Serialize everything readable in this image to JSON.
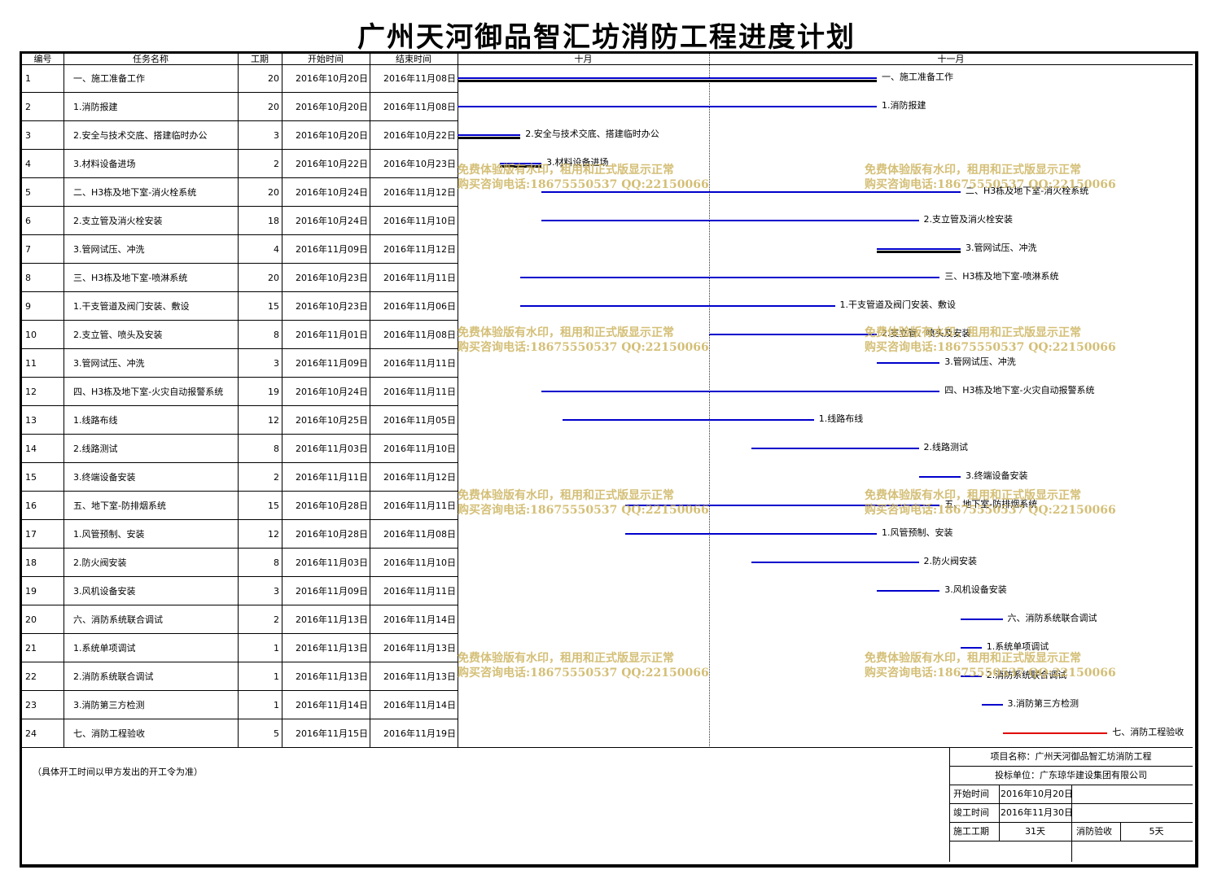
{
  "title": "广州天河御品智汇坊消防工程进度计划",
  "columns": {
    "id": "编号",
    "name": "任务名称",
    "duration": "工期",
    "start": "开始时间",
    "end": "结束时间",
    "month_oct": "十月",
    "month_nov": "十一月"
  },
  "tasks": [
    {
      "id": "1",
      "name": "一、施工准备工作",
      "duration": "20",
      "start": "2016年10月20日",
      "end": "2016年11月08日"
    },
    {
      "id": "2",
      "name": "1.消防报建",
      "duration": "20",
      "start": "2016年10月20日",
      "end": "2016年11月08日"
    },
    {
      "id": "3",
      "name": "2.安全与技术交底、搭建临时办公",
      "duration": "3",
      "start": "2016年10月20日",
      "end": "2016年10月22日"
    },
    {
      "id": "4",
      "name": "3.材料设备进场",
      "duration": "2",
      "start": "2016年10月22日",
      "end": "2016年10月23日"
    },
    {
      "id": "5",
      "name": "二、H3栋及地下室-消火栓系统",
      "duration": "20",
      "start": "2016年10月24日",
      "end": "2016年11月12日"
    },
    {
      "id": "6",
      "name": "2.支立管及消火栓安装",
      "duration": "18",
      "start": "2016年10月24日",
      "end": "2016年11月10日"
    },
    {
      "id": "7",
      "name": "3.管网试压、冲洗",
      "duration": "4",
      "start": "2016年11月09日",
      "end": "2016年11月12日"
    },
    {
      "id": "8",
      "name": "三、H3栋及地下室-喷淋系统",
      "duration": "20",
      "start": "2016年10月23日",
      "end": "2016年11月11日"
    },
    {
      "id": "9",
      "name": "1.干支管道及阀门安装、敷设",
      "duration": "15",
      "start": "2016年10月23日",
      "end": "2016年11月06日"
    },
    {
      "id": "10",
      "name": "2.支立管、喷头及安装",
      "duration": "8",
      "start": "2016年11月01日",
      "end": "2016年11月08日"
    },
    {
      "id": "11",
      "name": "3.管网试压、冲洗",
      "duration": "3",
      "start": "2016年11月09日",
      "end": "2016年11月11日"
    },
    {
      "id": "12",
      "name": "四、H3栋及地下室-火灾自动报警系统",
      "duration": "19",
      "start": "2016年10月24日",
      "end": "2016年11月11日"
    },
    {
      "id": "13",
      "name": "1.线路布线",
      "duration": "12",
      "start": "2016年10月25日",
      "end": "2016年11月05日"
    },
    {
      "id": "14",
      "name": "2.线路测试",
      "duration": "8",
      "start": "2016年11月03日",
      "end": "2016年11月10日"
    },
    {
      "id": "15",
      "name": "3.终端设备安装",
      "duration": "2",
      "start": "2016年11月11日",
      "end": "2016年11月12日"
    },
    {
      "id": "16",
      "name": "五、地下室-防排烟系统",
      "duration": "15",
      "start": "2016年10月28日",
      "end": "2016年11月11日"
    },
    {
      "id": "17",
      "name": "1.风管预制、安装",
      "duration": "12",
      "start": "2016年10月28日",
      "end": "2016年11月08日"
    },
    {
      "id": "18",
      "name": "2.防火阀安装",
      "duration": "8",
      "start": "2016年11月03日",
      "end": "2016年11月10日"
    },
    {
      "id": "19",
      "name": "3.风机设备安装",
      "duration": "3",
      "start": "2016年11月09日",
      "end": "2016年11月11日"
    },
    {
      "id": "20",
      "name": "六、消防系统联合调试",
      "duration": "2",
      "start": "2016年11月13日",
      "end": "2016年11月14日"
    },
    {
      "id": "21",
      "name": "1.系统单项调试",
      "duration": "1",
      "start": "2016年11月13日",
      "end": "2016年11月13日"
    },
    {
      "id": "22",
      "name": "2.消防系统联合调试",
      "duration": "1",
      "start": "2016年11月13日",
      "end": "2016年11月13日"
    },
    {
      "id": "23",
      "name": "3.消防第三方检测",
      "duration": "1",
      "start": "2016年11月14日",
      "end": "2016年11月14日"
    },
    {
      "id": "24",
      "name": "七、消防工程验收",
      "duration": "5",
      "start": "2016年11月15日",
      "end": "2016年11月19日"
    }
  ],
  "chart_data": {
    "type": "gantt",
    "axis_months": [
      "十月",
      "十一月"
    ],
    "bars": [
      {
        "label": "一、施工准备工作",
        "start": "2016-10-20",
        "end": "2016-11-08",
        "style": "summary"
      },
      {
        "label": "1.消防报建",
        "start": "2016-10-20",
        "end": "2016-11-08",
        "style": "task"
      },
      {
        "label": "2.安全与技术交底、搭建临时办公",
        "start": "2016-10-20",
        "end": "2016-10-22",
        "style": "critical"
      },
      {
        "label": "3.材料设备进场",
        "start": "2016-10-22",
        "end": "2016-10-23",
        "style": "critical"
      },
      {
        "label": "二、H3栋及地下室-消火栓系统",
        "start": "2016-10-24",
        "end": "2016-11-12",
        "style": "task"
      },
      {
        "label": "2.支立管及消火栓安装",
        "start": "2016-10-24",
        "end": "2016-11-10",
        "style": "task"
      },
      {
        "label": "3.管网试压、冲洗",
        "start": "2016-11-09",
        "end": "2016-11-12",
        "style": "critical"
      },
      {
        "label": "三、H3栋及地下室-喷淋系统",
        "start": "2016-10-23",
        "end": "2016-11-11",
        "style": "task"
      },
      {
        "label": "1.干支管道及阀门安装、敷设",
        "start": "2016-10-23",
        "end": "2016-11-06",
        "style": "task"
      },
      {
        "label": "2.支立管、喷头及安装",
        "start": "2016-11-01",
        "end": "2016-11-08",
        "style": "task"
      },
      {
        "label": "3.管网试压、冲洗",
        "start": "2016-11-09",
        "end": "2016-11-11",
        "style": "task"
      },
      {
        "label": "四、H3栋及地下室-火灾自动报警系统",
        "start": "2016-10-24",
        "end": "2016-11-11",
        "style": "task"
      },
      {
        "label": "1.线路布线",
        "start": "2016-10-25",
        "end": "2016-11-05",
        "style": "task"
      },
      {
        "label": "2.线路测试",
        "start": "2016-11-03",
        "end": "2016-11-10",
        "style": "task"
      },
      {
        "label": "3.终端设备安装",
        "start": "2016-11-11",
        "end": "2016-11-12",
        "style": "task"
      },
      {
        "label": "五、地下室-防排烟系统",
        "start": "2016-10-28",
        "end": "2016-11-11",
        "style": "task"
      },
      {
        "label": "1.风管预制、安装",
        "start": "2016-10-28",
        "end": "2016-11-08",
        "style": "task"
      },
      {
        "label": "2.防火阀安装",
        "start": "2016-11-03",
        "end": "2016-11-10",
        "style": "task"
      },
      {
        "label": "3.风机设备安装",
        "start": "2016-11-09",
        "end": "2016-11-11",
        "style": "task"
      },
      {
        "label": "六、消防系统联合调试",
        "start": "2016-11-13",
        "end": "2016-11-14",
        "style": "task"
      },
      {
        "label": "1.系统单项调试",
        "start": "2016-11-13",
        "end": "2016-11-13",
        "style": "task"
      },
      {
        "label": "2.消防系统联合调试",
        "start": "2016-11-13",
        "end": "2016-11-13",
        "style": "task"
      },
      {
        "label": "3.消防第三方检测",
        "start": "2016-11-14",
        "end": "2016-11-14",
        "style": "task"
      },
      {
        "label": "七、消防工程验收",
        "start": "2016-11-15",
        "end": "2016-11-19",
        "style": "milestone-red"
      }
    ],
    "colors": {
      "task": "#0000cc",
      "summary": "#000000",
      "critical": "#000000",
      "milestone-red": "#e00000"
    }
  },
  "note": "（具体开工时间以甲方发出的开工令为准）",
  "info": {
    "project": "项目名称：广州天河御品智汇坊消防工程",
    "bidder": "投标单位：广东琼华建设集团有限公司",
    "start_label": "开始时间",
    "start_value": "2016年10月20日",
    "finish_label": "竣工时间",
    "finish_value": "2016年11月30日",
    "period_label": "施工工期",
    "period_value": "31天",
    "accept_label": "消防验收",
    "accept_value": "5天"
  },
  "watermark": {
    "line1": "免费体验版有水印，租用和正式版显示正常",
    "line2": "购买咨询电话:18675550537 QQ:22150066"
  }
}
